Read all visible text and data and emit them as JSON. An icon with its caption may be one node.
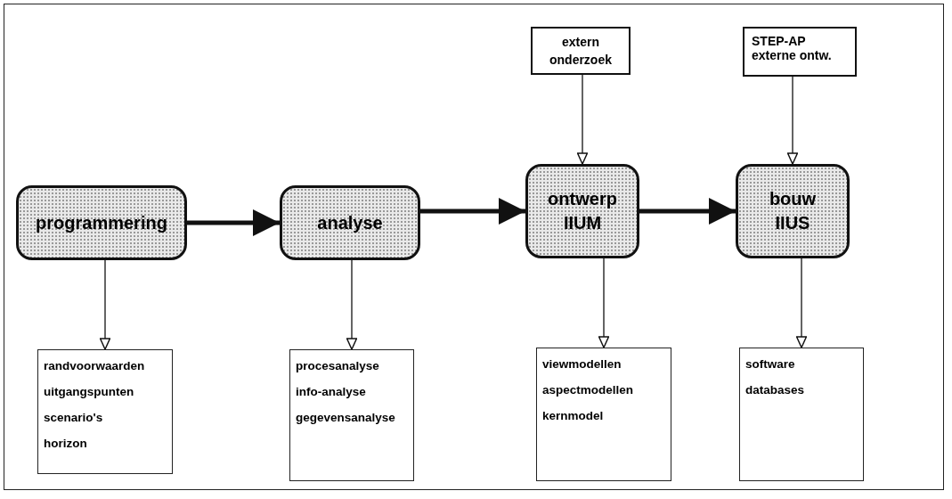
{
  "diagram": {
    "nodes": [
      {
        "text": [
          "programmering"
        ]
      },
      {
        "text": [
          "analyse"
        ]
      },
      {
        "text": [
          "ontwerp",
          "IIUM"
        ]
      },
      {
        "text": [
          "bouw",
          "IIUS"
        ]
      },
      {
        "text": [
          "extern onderzoek"
        ]
      },
      {
        "text": [
          "STEP-AP",
          "externe ontw."
        ]
      },
      {
        "text": [
          "randvoorwaarden",
          "uitgangspunten",
          "scenario's",
          "horizon"
        ]
      },
      {
        "text": [
          "procesanalyse",
          "info-analyse",
          "gegevensanalyse"
        ]
      },
      {
        "text": [
          "viewmodellen",
          "aspectmodellen",
          "kernmodel"
        ]
      },
      {
        "text": [
          "software",
          "databases"
        ]
      }
    ],
    "edges": [
      {
        "from": 0,
        "to": 1,
        "arrow": "to",
        "style": "thick"
      },
      {
        "from": 1,
        "to": 2,
        "arrow": "to",
        "style": "thick"
      },
      {
        "from": 2,
        "to": 3,
        "arrow": "to",
        "style": "thick"
      },
      {
        "from": 4,
        "to": 2,
        "arrow": "to"
      },
      {
        "from": 5,
        "to": 3,
        "arrow": "to"
      },
      {
        "from": 0,
        "to": 6,
        "arrow": "to"
      },
      {
        "from": 1,
        "to": 7,
        "arrow": "to"
      },
      {
        "from": 2,
        "to": 8,
        "arrow": "to"
      },
      {
        "from": 3,
        "to": 9,
        "arrow": "to"
      }
    ]
  }
}
